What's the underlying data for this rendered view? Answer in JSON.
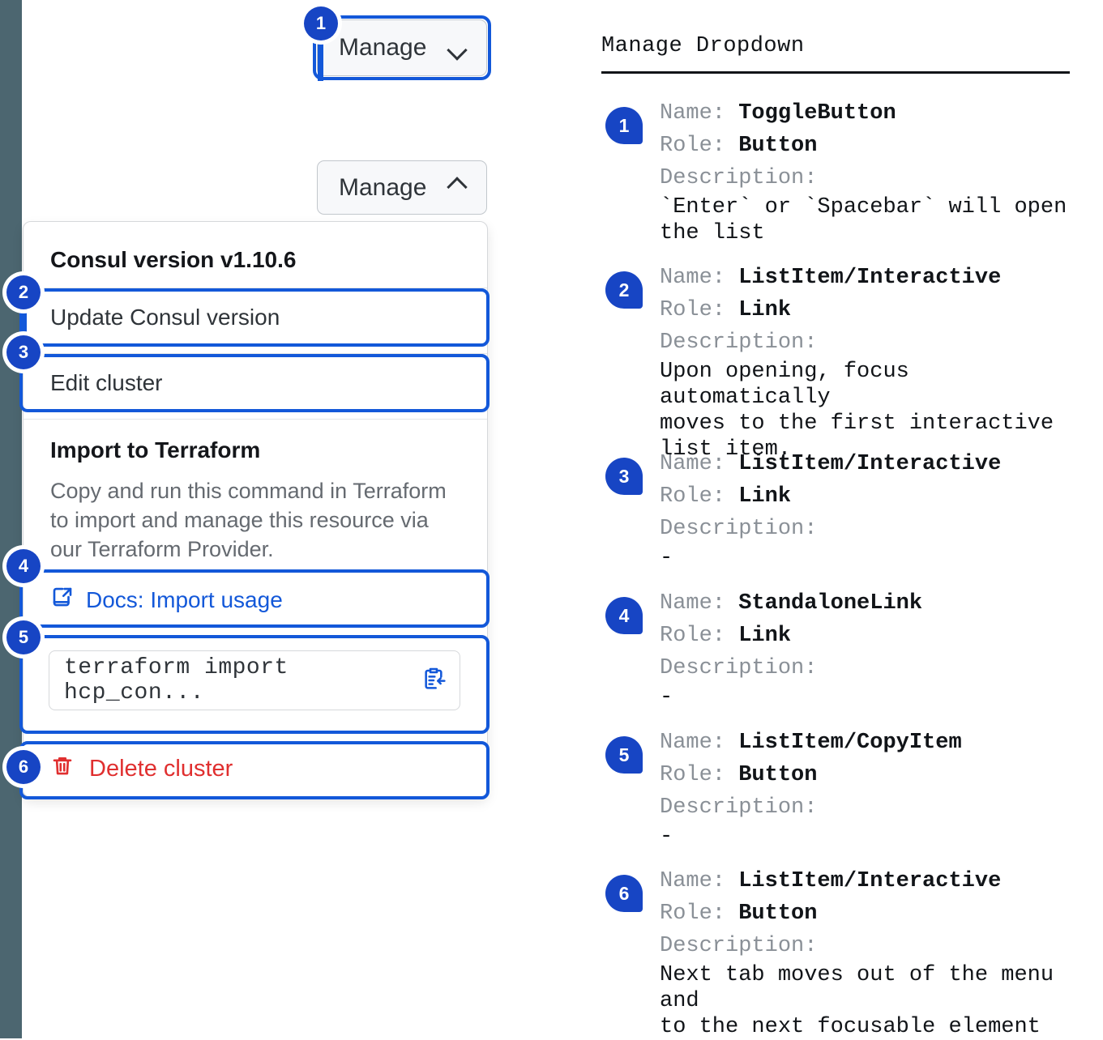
{
  "mock": {
    "collapsed_button": {
      "label": "Manage",
      "icon": "chevron-down-icon"
    },
    "expanded_button": {
      "label": "Manage",
      "icon": "chevron-up-icon"
    },
    "dropdown": {
      "version_heading": "Consul version v1.10.6",
      "update_item": "Update Consul version",
      "edit_item": "Edit cluster",
      "terraform_heading": "Import to Terraform",
      "terraform_description": "Copy and run this command in Terraform to import and manage this resource via our Terraform Provider.",
      "docs_link": "Docs: Import usage",
      "docs_link_icon": "docs-external-link-icon",
      "copy_command": "terraform import hcp_con...",
      "copy_icon": "copy-to-clipboard-icon",
      "delete_item": "Delete cluster",
      "delete_icon": "trash-icon"
    },
    "badges": [
      "1",
      "2",
      "3",
      "4",
      "5",
      "6"
    ]
  },
  "legend": {
    "title": "Manage Dropdown",
    "labels": {
      "name": "Name:",
      "role": "Role:",
      "description": "Description:"
    },
    "entries": [
      {
        "badge": "1",
        "name": "ToggleButton",
        "role": "Button",
        "description": "`Enter` or `Spacebar` will open\nthe list"
      },
      {
        "badge": "2",
        "name": "ListItem/Interactive",
        "role": "Link",
        "description": "Upon opening, focus automatically\nmoves to the first interactive\nlist item."
      },
      {
        "badge": "3",
        "name": "ListItem/Interactive",
        "role": "Link",
        "description": "-"
      },
      {
        "badge": "4",
        "name": "StandaloneLink",
        "role": "Link",
        "description": "-"
      },
      {
        "badge": "5",
        "name": "ListItem/CopyItem",
        "role": "Button",
        "description": "-"
      },
      {
        "badge": "6",
        "name": "ListItem/Interactive",
        "role": "Button",
        "description": "Next tab moves out of the menu and\nto the next focusable element"
      }
    ]
  },
  "colors": {
    "accent_blue": "#1358d9",
    "badge_blue": "#1745c4",
    "danger_red": "#e02f2f",
    "rail": "#4c6670"
  }
}
